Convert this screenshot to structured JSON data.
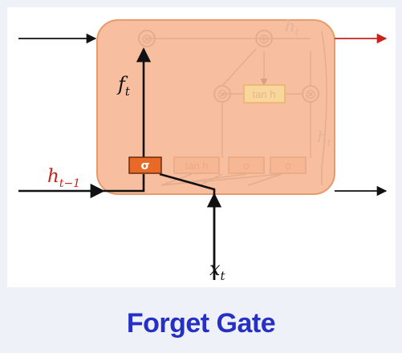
{
  "diagram": {
    "gate_sigma": "σ",
    "forget_output_symbol": "f",
    "forget_output_subscript": "t",
    "prev_hidden_symbol": "h",
    "prev_hidden_subscript": "t−1",
    "input_symbol": "x",
    "input_subscript": "t",
    "hidden_out_symbol": "h",
    "hidden_out_subscript": "t",
    "hidden_side_symbol": "h",
    "hidden_side_subscript": "t",
    "faded_tanh_gate": "tan h",
    "faded_sigma_gate_2": "σ",
    "faded_sigma_gate_3": "σ",
    "faded_tanh_cell": "tan h",
    "multiply_symbol": "⊗",
    "add_symbol": "⊕"
  },
  "caption": "Forget Gate",
  "colors": {
    "cell_fill": "#f7bfa0",
    "cell_stroke": "#e79a6c",
    "active_gate": "#e86a28",
    "caption": "#2630c4",
    "prev_hidden": "#c8231d"
  }
}
